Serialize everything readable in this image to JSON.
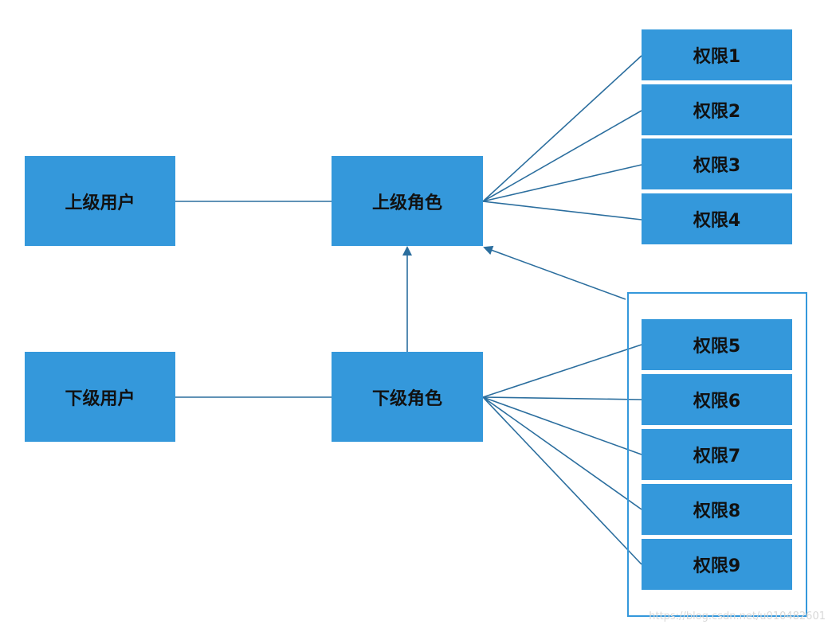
{
  "colors": {
    "box_fill": "#3498db",
    "line": "#2b6e9e",
    "text": "#111111"
  },
  "nodes": {
    "upper_user": "上级用户",
    "upper_role": "上级角色",
    "lower_user": "下级用户",
    "lower_role": "下级角色"
  },
  "upper_permissions": [
    "权限1",
    "权限2",
    "权限3",
    "权限4"
  ],
  "lower_permissions": [
    "权限5",
    "权限6",
    "权限7",
    "权限8",
    "权限9"
  ],
  "watermark": "https://blog.csdn.net/u010482601"
}
